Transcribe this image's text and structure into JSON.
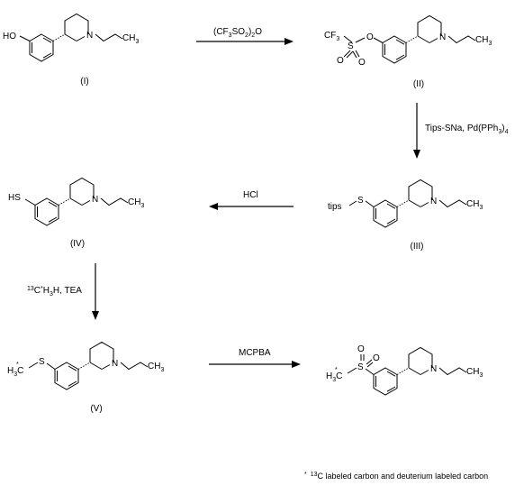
{
  "compounds": [
    {
      "id": "I",
      "label": "(I)",
      "substituent": "HO"
    },
    {
      "id": "II",
      "label": "(II)",
      "substituent": "triflate"
    },
    {
      "id": "III",
      "label": "(III)",
      "substituent": "tips-S"
    },
    {
      "id": "IV",
      "label": "(IV)",
      "substituent": "HS"
    },
    {
      "id": "V",
      "label": "(V)",
      "substituent": "H3C*-S"
    },
    {
      "id": "VI",
      "label": "",
      "substituent": "H3C*-SO2"
    }
  ],
  "atoms": {
    "ho": "HO",
    "n": "N",
    "ch": "CH",
    "three": "3",
    "two": "2",
    "cf": "CF",
    "s": "S",
    "o": "O",
    "tips": "tips",
    "hs": "HS",
    "h": "H",
    "c": "C",
    "star": "*"
  },
  "reagents": {
    "r1_a": "(CF",
    "r1_b": "SO",
    "r1_c": ")",
    "r1_d": "O",
    "r2_a": "Tips-SNa, Pd(PPh",
    "r2_b": ")",
    "r2_c": "4",
    "r3": "HCl",
    "r4_a": "13",
    "r4_b": "C",
    "r4_c": "H",
    "r4_d": ", TEA",
    "r5": "MCPBA"
  },
  "footnote": {
    "star": "*",
    "sup": "13",
    "text": "C labeled carbon and deuterium labeled carbon"
  }
}
